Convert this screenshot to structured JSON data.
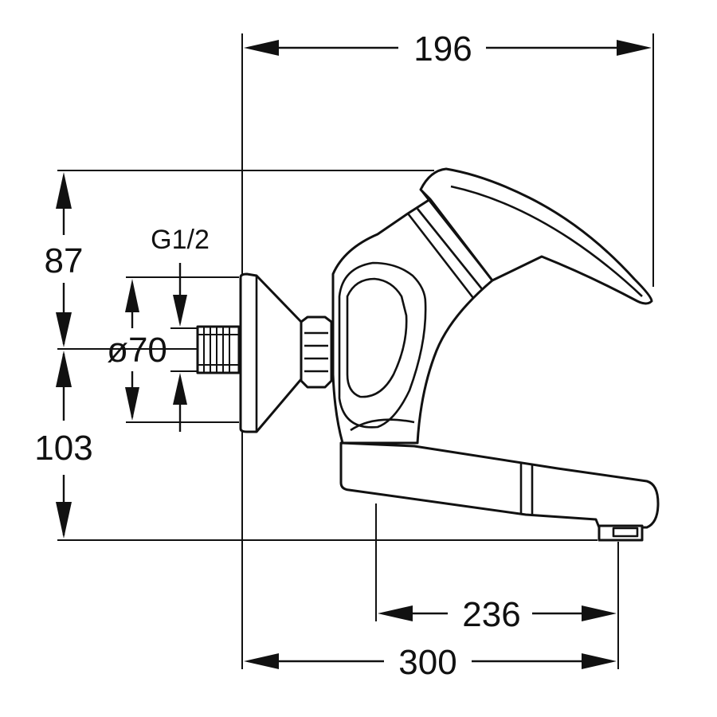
{
  "dimensions": {
    "top_width": "196",
    "upper_height": "87",
    "lower_height": "103",
    "thread": "G1/2",
    "flange_diameter": "ø70",
    "spout_reach": "236",
    "total_reach": "300"
  },
  "colors": {
    "line": "#111111",
    "background": "#ffffff"
  }
}
